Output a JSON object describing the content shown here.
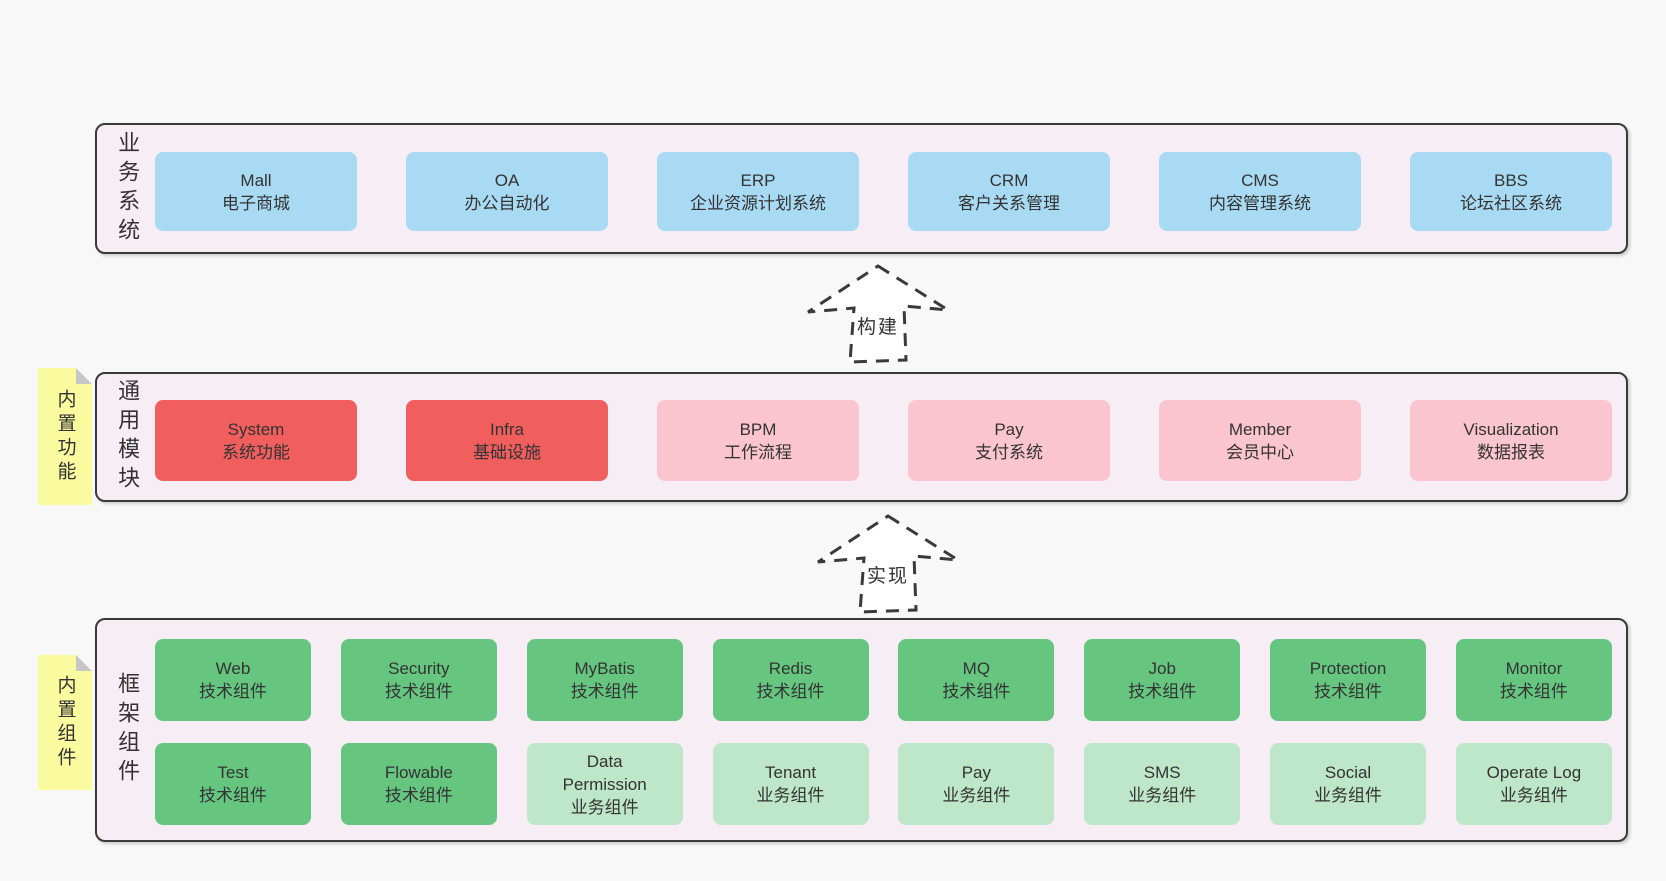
{
  "colors": {
    "blue": "#a9daf3",
    "red": "#f15e5e",
    "pink": "#fac5cf",
    "green": "#66c680",
    "light_green": "#bee6c8",
    "layer_bg": "#f7edf5",
    "note_yellow": "#fafa9e",
    "border": "#3a3a3a",
    "text": "#333333"
  },
  "layers": {
    "business": {
      "side_label": "业务系统",
      "items": [
        {
          "name": "Mall",
          "desc": "电子商城",
          "color": "blue"
        },
        {
          "name": "OA",
          "desc": "办公自动化",
          "color": "blue"
        },
        {
          "name": "ERP",
          "desc": "企业资源计划系统",
          "color": "blue"
        },
        {
          "name": "CRM",
          "desc": "客户关系管理",
          "color": "blue"
        },
        {
          "name": "CMS",
          "desc": "内容管理系统",
          "color": "blue"
        },
        {
          "name": "BBS",
          "desc": "论坛社区系统",
          "color": "blue"
        }
      ]
    },
    "modules": {
      "side_label": "通用模块",
      "note": "内置功能",
      "items": [
        {
          "name": "System",
          "desc": "系统功能",
          "color": "red"
        },
        {
          "name": "Infra",
          "desc": "基础设施",
          "color": "red"
        },
        {
          "name": "BPM",
          "desc": "工作流程",
          "color": "pink"
        },
        {
          "name": "Pay",
          "desc": "支付系统",
          "color": "pink"
        },
        {
          "name": "Member",
          "desc": "会员中心",
          "color": "pink"
        },
        {
          "name": "Visualization",
          "desc": "数据报表",
          "color": "pink"
        }
      ]
    },
    "components": {
      "side_label": "框架组件",
      "note": "内置组件",
      "rows": [
        [
          {
            "name": "Web",
            "desc": "技术组件",
            "color": "green"
          },
          {
            "name": "Security",
            "desc": "技术组件",
            "color": "green"
          },
          {
            "name": "MyBatis",
            "desc": "技术组件",
            "color": "green"
          },
          {
            "name": "Redis",
            "desc": "技术组件",
            "color": "green"
          },
          {
            "name": "MQ",
            "desc": "技术组件",
            "color": "green"
          },
          {
            "name": "Job",
            "desc": "技术组件",
            "color": "green"
          },
          {
            "name": "Protection",
            "desc": "技术组件",
            "color": "green"
          },
          {
            "name": "Monitor",
            "desc": "技术组件",
            "color": "green"
          }
        ],
        [
          {
            "name": "Test",
            "desc": "技术组件",
            "color": "green"
          },
          {
            "name": "Flowable",
            "desc": "技术组件",
            "color": "green"
          },
          {
            "name": "Data Permission",
            "desc": "业务组件",
            "color": "light_green"
          },
          {
            "name": "Tenant",
            "desc": "业务组件",
            "color": "light_green"
          },
          {
            "name": "Pay",
            "desc": "业务组件",
            "color": "light_green"
          },
          {
            "name": "SMS",
            "desc": "业务组件",
            "color": "light_green"
          },
          {
            "name": "Social",
            "desc": "业务组件",
            "color": "light_green"
          },
          {
            "name": "Operate Log",
            "desc": "业务组件",
            "color": "light_green"
          }
        ]
      ]
    }
  },
  "arrows": [
    {
      "label": "构建"
    },
    {
      "label": "实现"
    }
  ]
}
